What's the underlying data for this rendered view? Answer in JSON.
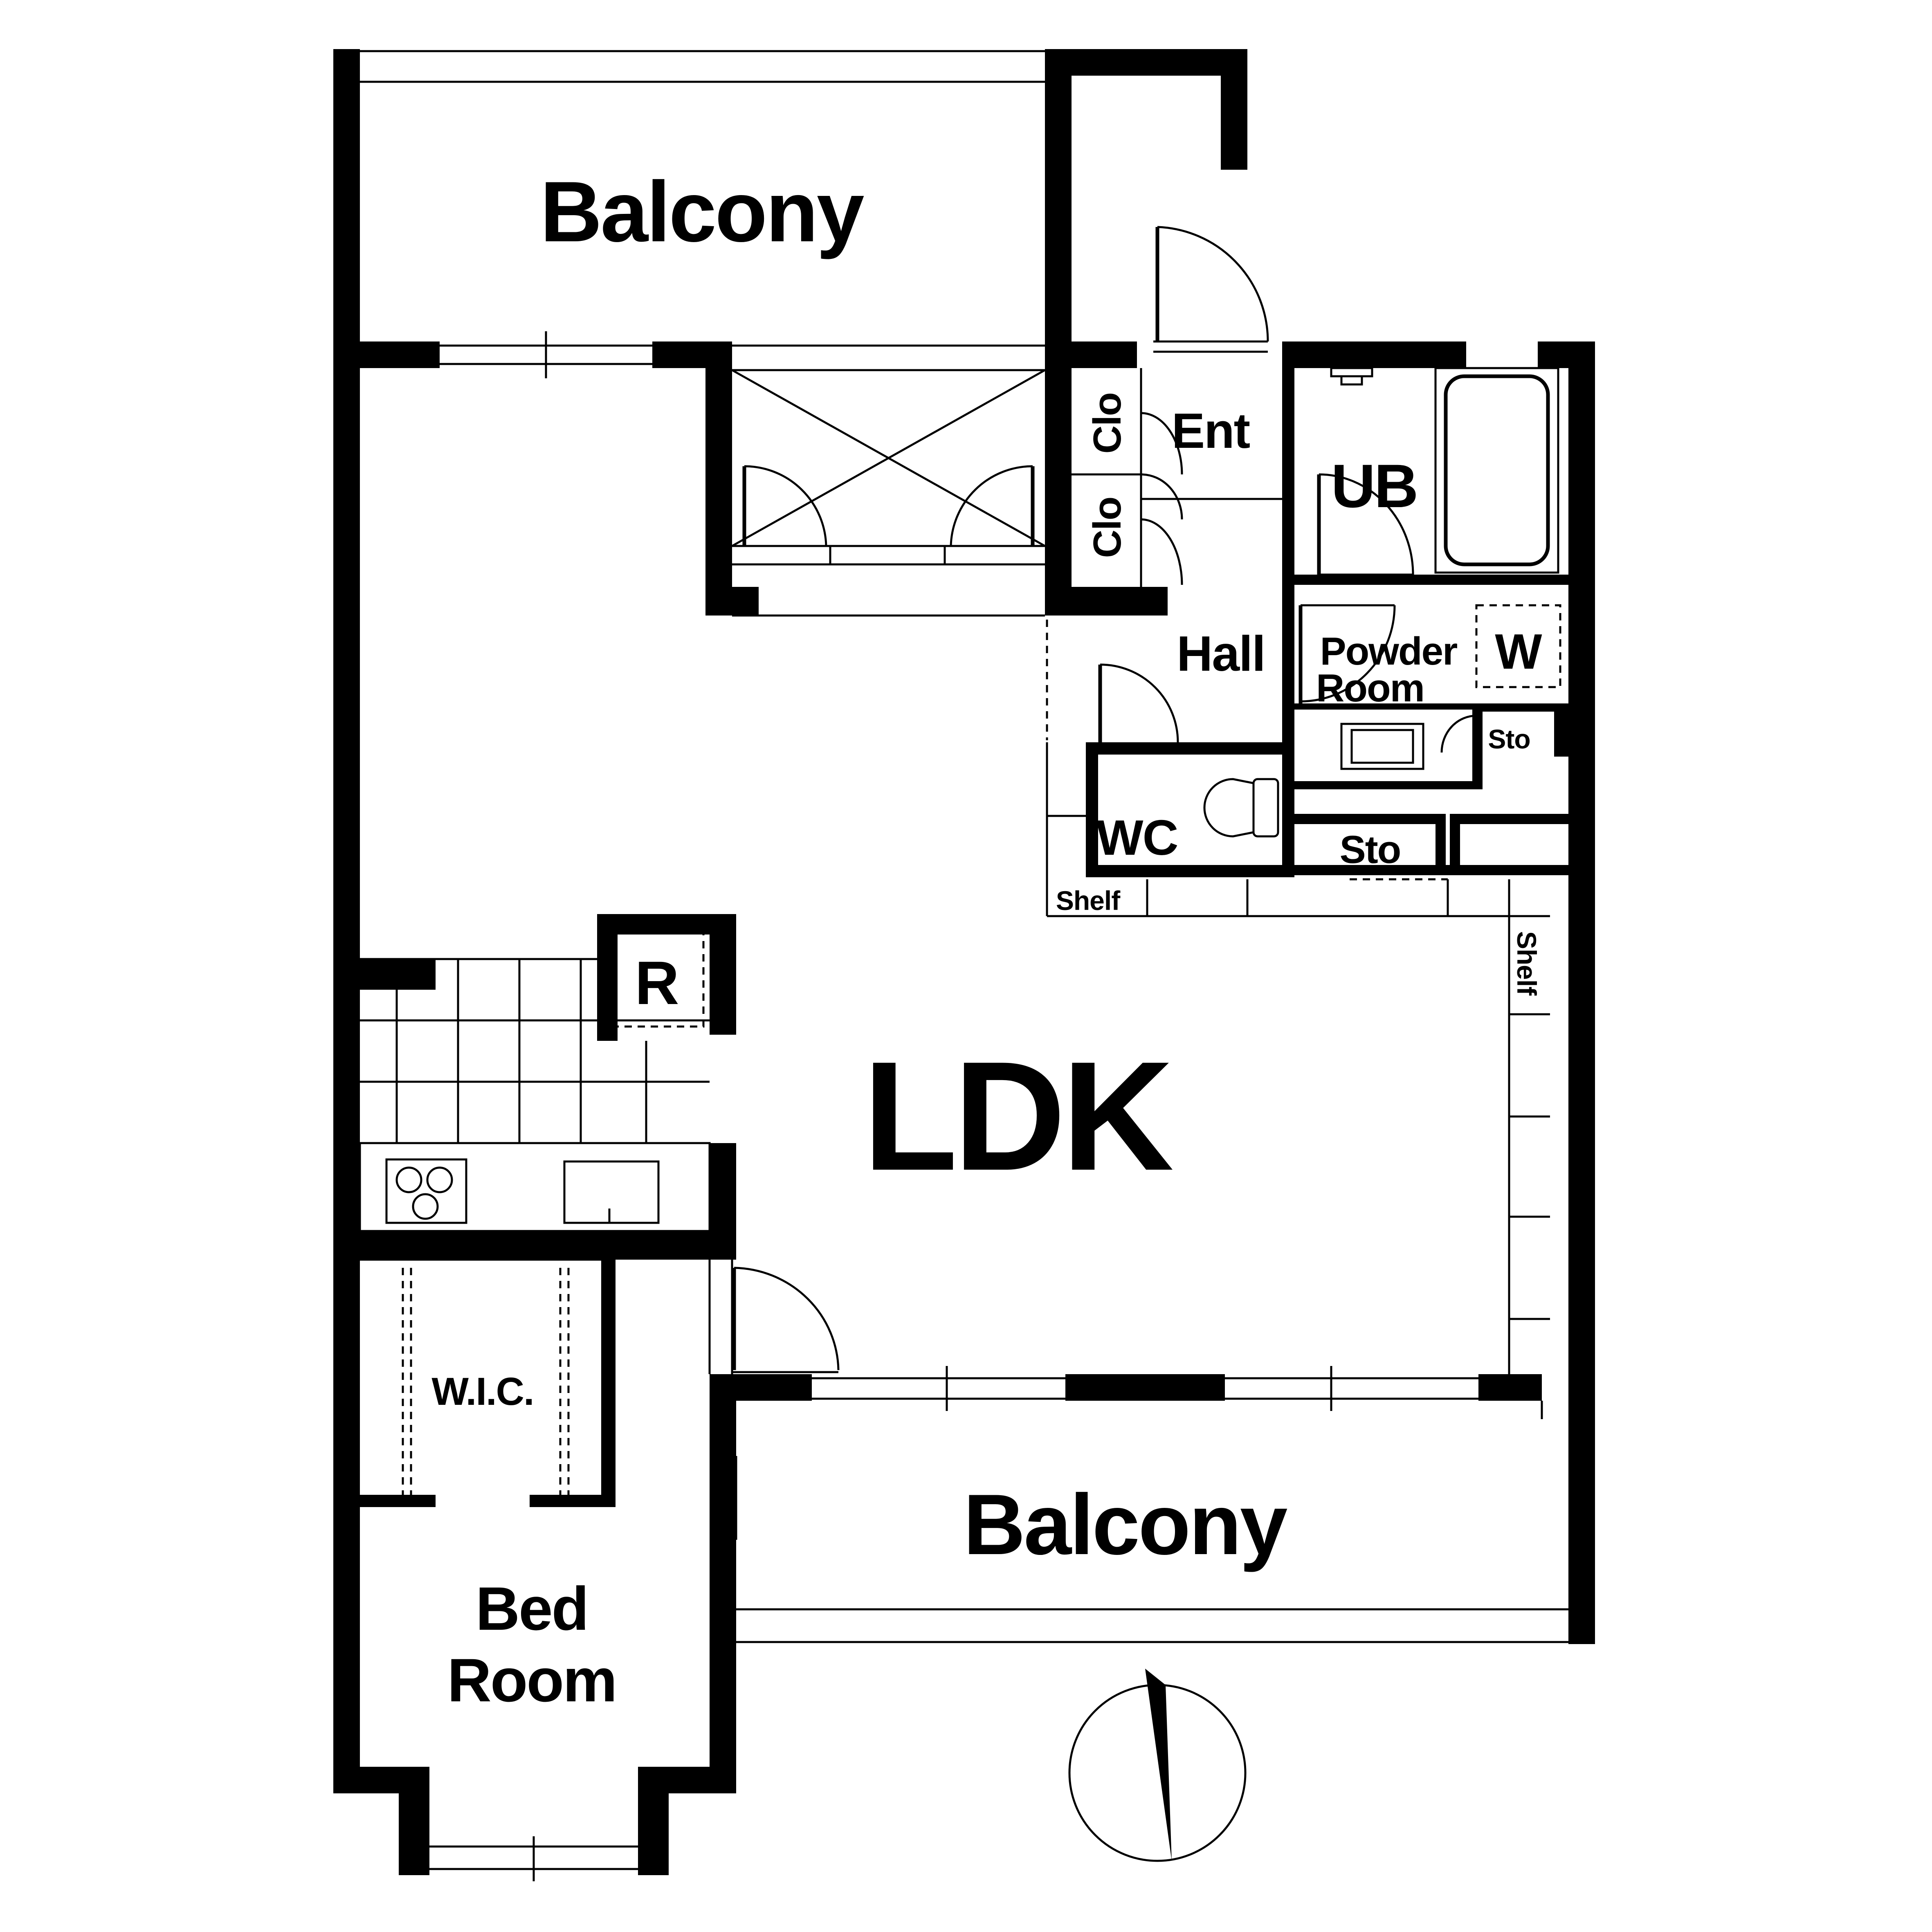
{
  "floorplan": {
    "rooms": {
      "balcony_top": "Balcony",
      "balcony_bottom": "Balcony",
      "ldk": "LDK",
      "entrance": "Ent",
      "closet_upper": "Clo",
      "closet_lower": "Clo",
      "unit_bath": "UB",
      "hall": "Hall",
      "powder_room_line1": "Powder",
      "powder_room_line2": "Room",
      "washer": "W",
      "storage_small": "Sto",
      "toilet": "WC",
      "storage_hall": "Sto",
      "shelf_ldk_top": "Shelf",
      "shelf_ldk_right": "Shelf",
      "refrigerator": "R",
      "walk_in_closet": "W.I.C.",
      "bedroom_line1": "Bed",
      "bedroom_line2": "Room"
    },
    "colors": {
      "wall": "#000000",
      "background": "#ffffff"
    },
    "compass": {
      "icon": "north-arrow-icon"
    }
  }
}
